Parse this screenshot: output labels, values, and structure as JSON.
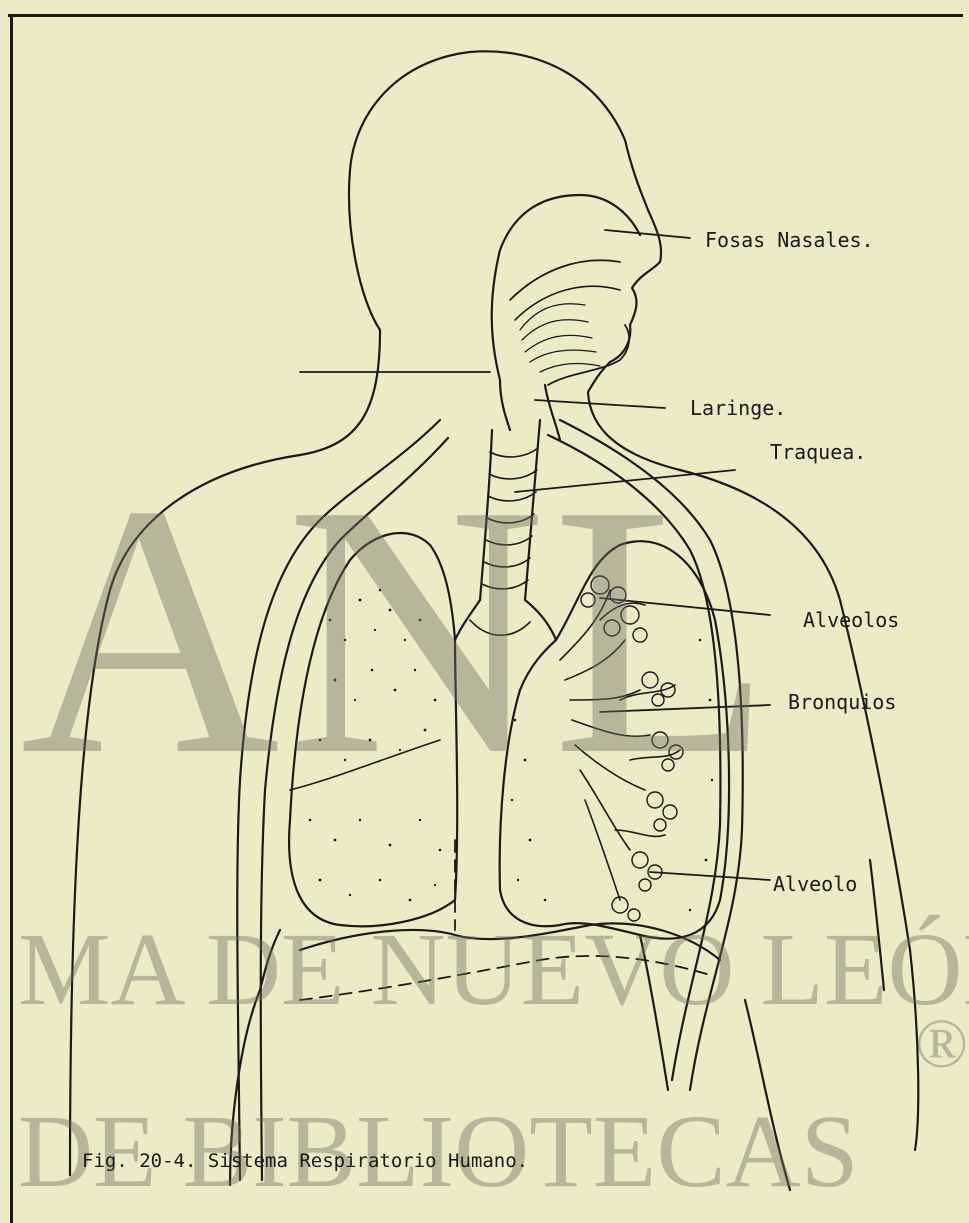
{
  "labels": {
    "fosas_nasales": "Fosas Nasales.",
    "laringe": "Laringe.",
    "traquea": "Traquea.",
    "alveolos": "Alveolos",
    "bronquios": "Bronquios",
    "alveolo": "Alveolo"
  },
  "caption": "Fig. 20-4. Sistema Respiratorio Humano.",
  "watermark": {
    "line_1": "ANL",
    "line_2": "MA DE NUEVO LEÓN",
    "line_3": "DE BIBLIOTECAS",
    "registered": "®"
  },
  "colors": {
    "paper": "#ecebc6",
    "ink": "#1a1a1a",
    "watermark": "#6e6e5f"
  }
}
